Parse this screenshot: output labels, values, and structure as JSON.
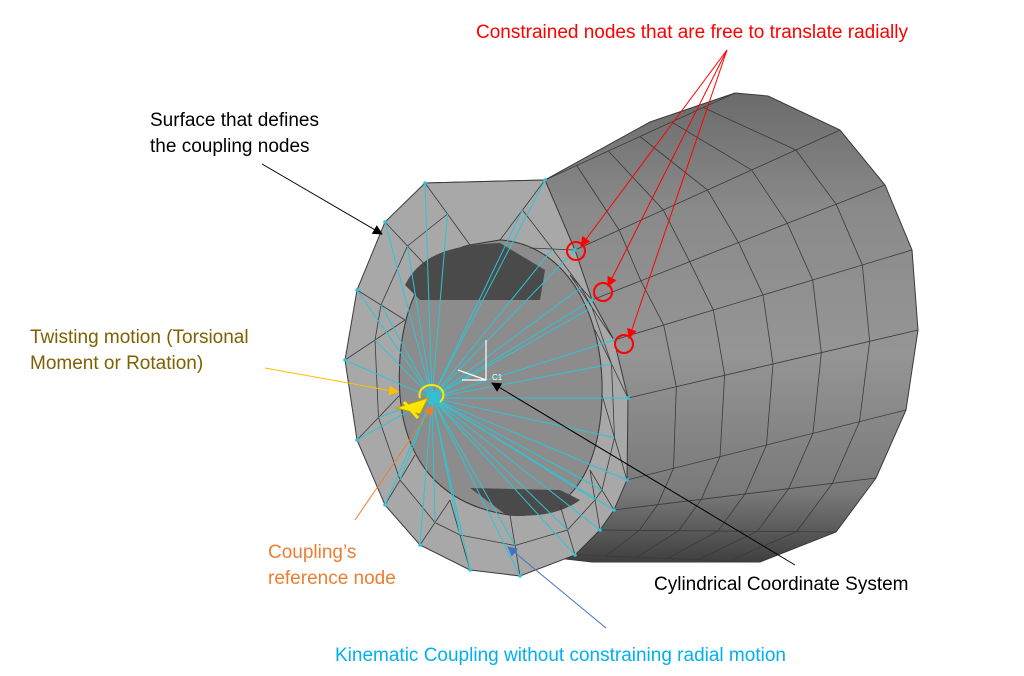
{
  "colors": {
    "constrained": "#ff0000",
    "surface": "#000000",
    "twist": "#7f6000",
    "reference": "#ed7d31",
    "csys": "#000000",
    "kinematic": "#00b0f0",
    "mesh_face": "#a6a6a6",
    "mesh_side_light": "#8e8e8e",
    "mesh_side_dark": "#5a5a5a",
    "coupling_line": "#2ec4d6",
    "load_arrow": "#ffe600"
  },
  "annotations": {
    "constrained_nodes": "Constrained nodes that are free to translate radially",
    "surface_line1": "Surface that defines",
    "surface_line2": "the coupling nodes",
    "twist_line1": "Twisting motion (Torsional",
    "twist_line2": "Moment or Rotation)",
    "reference_line1": "Coupling’s",
    "reference_line2": "reference node",
    "csys": "Cylindrical Coordinate System",
    "kinematic": "Kinematic Coupling without constraining radial motion"
  },
  "triad_labels": {
    "csys_name": "C1"
  },
  "icons": [
    "constrained-node-circle-icon",
    "reference-node-icon",
    "load-arrow-icon",
    "triad-icon"
  ]
}
